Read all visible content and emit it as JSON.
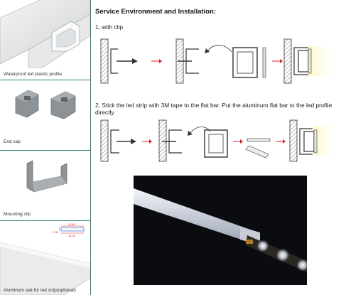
{
  "products": [
    {
      "caption": "Waterproof led plastic profile"
    },
    {
      "caption": "End cap"
    },
    {
      "caption": "Mounting clip"
    },
    {
      "caption": "Aluminum slat for led strip(optional)"
    }
  ],
  "slat_dims": {
    "height": "1.35",
    "width_top": "12.80",
    "width_bottom": "14.00"
  },
  "section": {
    "title": "Service Environment and Installation:"
  },
  "steps": [
    {
      "text": "1, with clip"
    },
    {
      "text": "2, Stick the led strip with 3M tape to the flat bar. Put the aluminum flat bar to the led profile directly."
    }
  ],
  "colors": {
    "divider": "#2e8b57",
    "arrow": "#e02020",
    "glow": "#f7e9a0"
  }
}
